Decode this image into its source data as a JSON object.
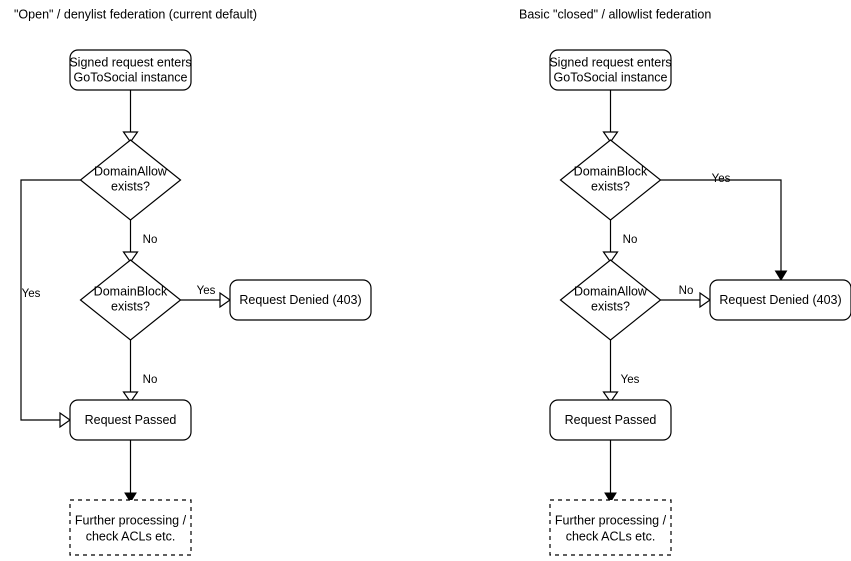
{
  "diagram": {
    "type": "flowchart",
    "background_color": "#ffffff",
    "stroke_color": "#000000",
    "text_color": "#000000",
    "panels": [
      {
        "id": "open-denylist",
        "title": "\"Open\" / denylist federation (current default)",
        "nodes": [
          {
            "id": "entry",
            "shape": "rounded-rect",
            "line1": "Signed request enters",
            "line2": "GoToSocial instance"
          },
          {
            "id": "allow",
            "shape": "diamond",
            "line1": "DomainAllow",
            "line2": "exists?"
          },
          {
            "id": "block",
            "shape": "diamond",
            "line1": "DomainBlock",
            "line2": "exists?"
          },
          {
            "id": "denied",
            "shape": "rounded-rect",
            "line1": "Request Denied (403)",
            "line2": ""
          },
          {
            "id": "passed",
            "shape": "rounded-rect",
            "line1": "Request Passed",
            "line2": ""
          },
          {
            "id": "further",
            "shape": "dashed-rect",
            "line1": "Further processing /",
            "line2": "check ACLs etc."
          }
        ],
        "edges": [
          {
            "from": "entry",
            "to": "allow",
            "label": "",
            "arrow": "open"
          },
          {
            "from": "allow",
            "to": "block",
            "label": "No",
            "arrow": "open"
          },
          {
            "from": "allow",
            "to": "passed",
            "label": "Yes",
            "arrow": "open"
          },
          {
            "from": "block",
            "to": "denied",
            "label": "Yes",
            "arrow": "open"
          },
          {
            "from": "block",
            "to": "passed",
            "label": "No",
            "arrow": "open"
          },
          {
            "from": "passed",
            "to": "further",
            "label": "",
            "arrow": "solid"
          }
        ]
      },
      {
        "id": "closed-allowlist",
        "title": "Basic \"closed\" / allowlist federation",
        "nodes": [
          {
            "id": "entry",
            "shape": "rounded-rect",
            "line1": "Signed request enters",
            "line2": "GoToSocial instance"
          },
          {
            "id": "block",
            "shape": "diamond",
            "line1": "DomainBlock",
            "line2": "exists?"
          },
          {
            "id": "allow",
            "shape": "diamond",
            "line1": "DomainAllow",
            "line2": "exists?"
          },
          {
            "id": "denied",
            "shape": "rounded-rect",
            "line1": "Request Denied (403)",
            "line2": ""
          },
          {
            "id": "passed",
            "shape": "rounded-rect",
            "line1": "Request Passed",
            "line2": ""
          },
          {
            "id": "further",
            "shape": "dashed-rect",
            "line1": "Further processing /",
            "line2": "check ACLs etc."
          }
        ],
        "edges": [
          {
            "from": "entry",
            "to": "allow",
            "label": "",
            "arrow": "open"
          },
          {
            "from": "block",
            "to": "denied",
            "label": "Yes",
            "arrow": "solid"
          },
          {
            "from": "block",
            "to": "allow",
            "label": "No",
            "arrow": "open"
          },
          {
            "from": "allow",
            "to": "denied",
            "label": "No",
            "arrow": "open"
          },
          {
            "from": "allow",
            "to": "passed",
            "label": "Yes",
            "arrow": "open"
          },
          {
            "from": "passed",
            "to": "further",
            "label": "",
            "arrow": "solid"
          }
        ]
      }
    ]
  }
}
